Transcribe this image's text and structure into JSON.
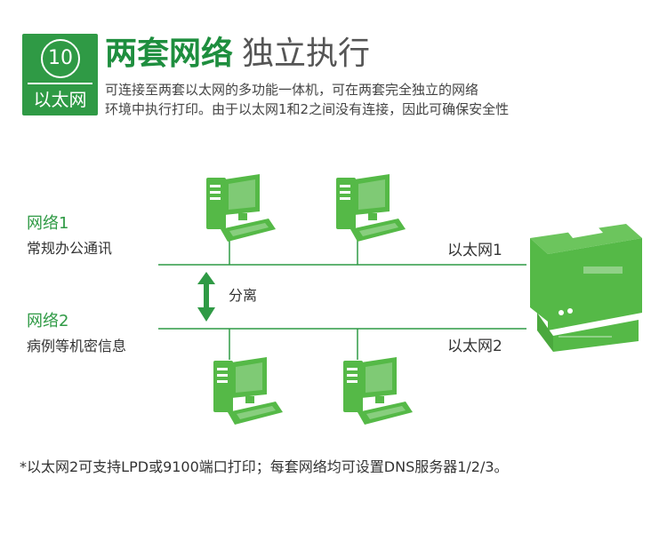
{
  "badge": {
    "number": "10",
    "label": "以太网"
  },
  "title": {
    "bold": "两套网络",
    "light": "独立执行"
  },
  "description": {
    "line1": "可连接至两套以太网的多功能一体机，可在两套完全独立的网络",
    "line2": "环境中执行打印。由于以太网1和2之间没有连接，因此可确保安全性"
  },
  "network1": {
    "name": "网络1",
    "desc": "常规办公通讯",
    "line_label": "以太网1"
  },
  "network2": {
    "name": "网络2",
    "desc": "病例等机密信息",
    "line_label": "以太网2"
  },
  "separation": {
    "label": "分离"
  },
  "footnote": "*以太网2可支持LPD或9100端口打印；每套网络均可设置DNS服务器1/2/3。",
  "colors": {
    "green": "#55b947",
    "dark_green": "#2f9a45",
    "title_green": "#1e8e3e"
  },
  "icons": {
    "computer": "desktop-computer-icon",
    "printer": "multifunction-printer-icon",
    "arrow": "double-arrow-icon"
  }
}
